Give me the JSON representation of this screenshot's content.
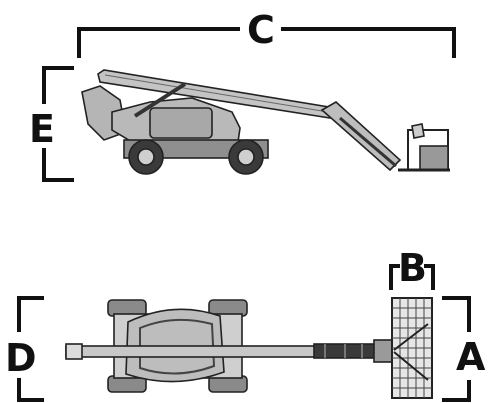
{
  "diagram": {
    "labels": {
      "a": "A",
      "b": "B",
      "c": "C",
      "d": "D",
      "e": "E"
    },
    "colors": {
      "line": "#111111",
      "body_fill": "#b9b9b9",
      "body_dark": "#8f8f8f",
      "tire": "#3a3a3a",
      "platform_grid": "#e6e6e6"
    }
  }
}
